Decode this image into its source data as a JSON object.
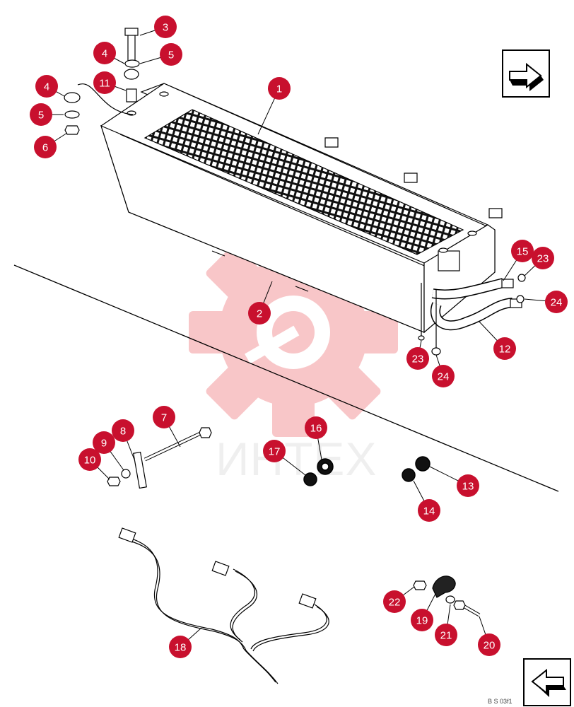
{
  "colors": {
    "badge": "#c8102e",
    "watermark": "#e8363c",
    "line": "#000000"
  },
  "watermark": {
    "text": "ИНТЕХ"
  },
  "drawing_code": "B S 03f1",
  "callouts": [
    {
      "label": "1"
    },
    {
      "label": "2"
    },
    {
      "label": "3"
    },
    {
      "label": "4"
    },
    {
      "label": "5"
    },
    {
      "label": "4"
    },
    {
      "label": "5"
    },
    {
      "label": "6"
    },
    {
      "label": "11"
    },
    {
      "label": "15"
    },
    {
      "label": "23"
    },
    {
      "label": "24"
    },
    {
      "label": "12"
    },
    {
      "label": "23"
    },
    {
      "label": "24"
    },
    {
      "label": "7"
    },
    {
      "label": "8"
    },
    {
      "label": "9"
    },
    {
      "label": "10"
    },
    {
      "label": "16"
    },
    {
      "label": "17"
    },
    {
      "label": "13"
    },
    {
      "label": "14"
    },
    {
      "label": "18"
    },
    {
      "label": "22"
    },
    {
      "label": "19"
    },
    {
      "label": "21"
    },
    {
      "label": "20"
    }
  ],
  "icons": {
    "nav_top": "next-page-arrow-icon",
    "nav_bottom": "prev-page-arrow-icon"
  }
}
